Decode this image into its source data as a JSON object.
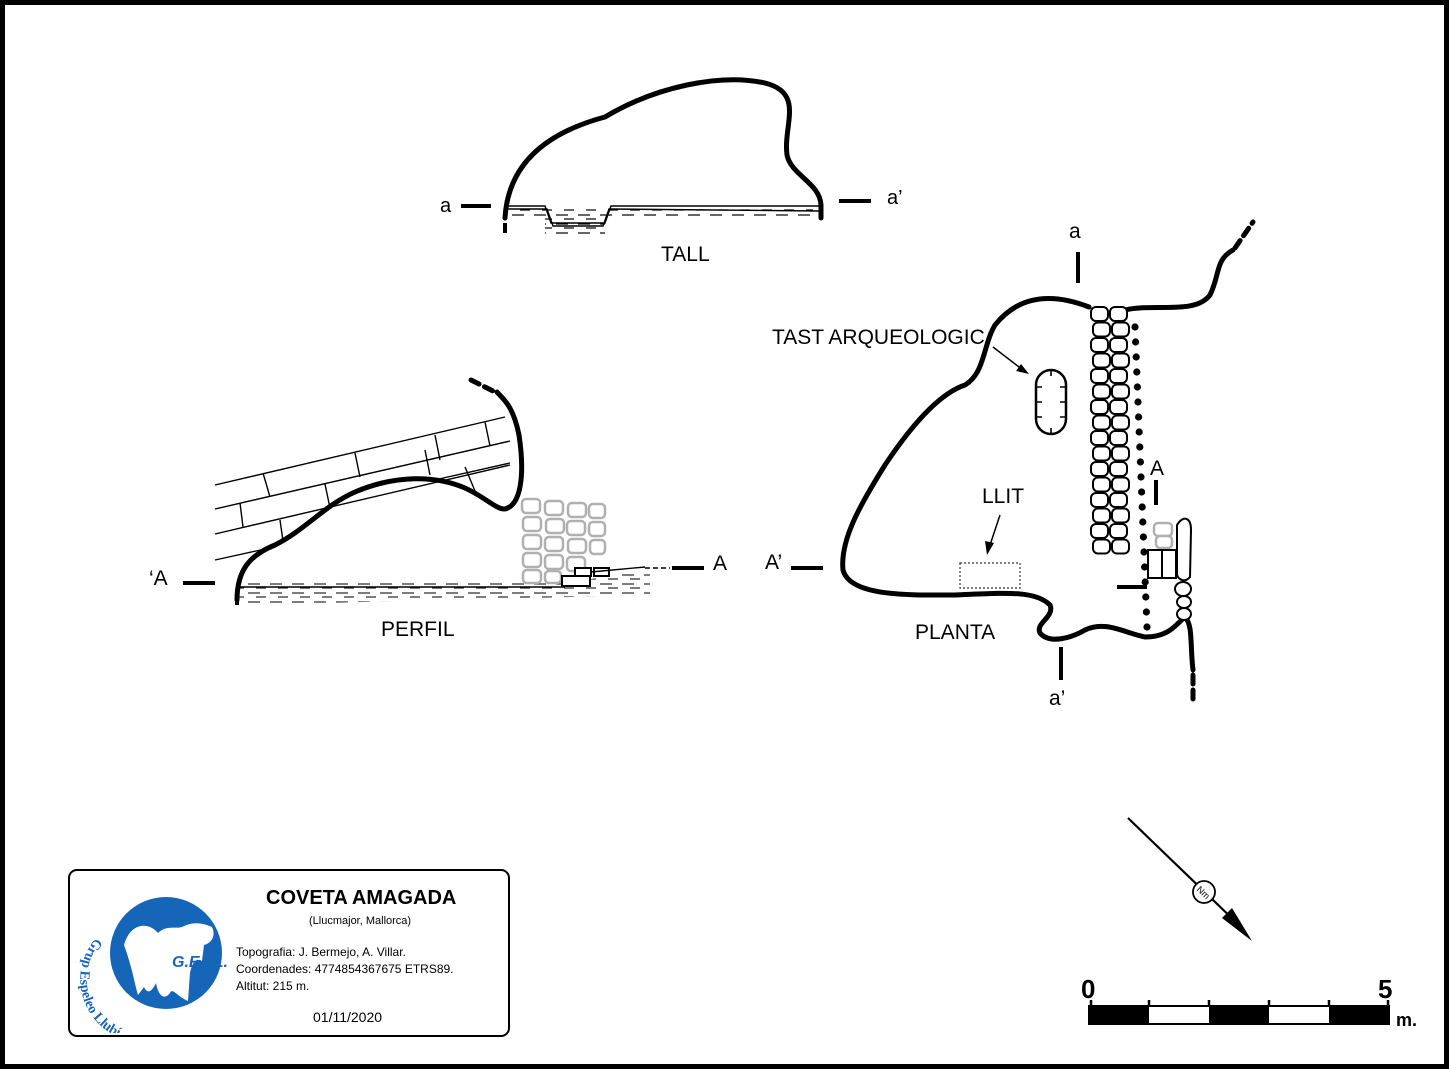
{
  "views": {
    "tall": "TALL",
    "perfil": "PERFIL",
    "planta": "PLANTA"
  },
  "section_marks": {
    "tall_left": "a",
    "tall_right": "a’",
    "perfil_left": "‘A",
    "perfil_right": "A",
    "planta_left": "A’",
    "planta_right": "A",
    "planta_top": "a",
    "planta_bottom": "a’"
  },
  "annotations": {
    "excavation": "TAST ARQUEOLOGIC",
    "bed": "LLIT"
  },
  "legend": {
    "cave_name": "COVETA AMAGADA",
    "location": "(Llucmajor, Mallorca)",
    "surveyors": "Topografia: J. Bermejo, A. Villar.",
    "coordinates": "Coordenades: 4774854367675 ETRS89.",
    "altitude": "Altitut: 215 m.",
    "date": "01/11/2020",
    "logo_text": "G.E.LL.",
    "club_name": "Grup Espeleo Llubí",
    "logo_color": "#1565b8"
  },
  "north_arrow": {
    "label": "Nm"
  },
  "scale_bar": {
    "start": "0",
    "end": "5",
    "unit": "m.",
    "segments": 5
  }
}
